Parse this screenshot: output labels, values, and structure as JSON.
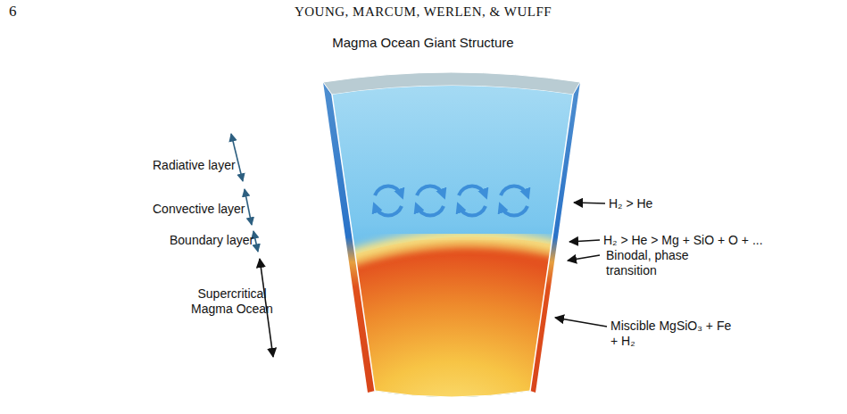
{
  "diagram": {
    "title": "Magma Ocean Giant Structure",
    "labels": [
      "6",
      "YOUNG, MARCUM, WERLEN, & WULFF",
      "Radiative layer",
      "Convective layer",
      "Boundary layer",
      "Supercritical Magma Ocean",
      "H₂ > He",
      "H₂ > He > Mg + SiO + O + ...",
      "Binodal, phase transition",
      "Miscible MgSiO₃ + Fe + H₂"
    ]
  }
}
